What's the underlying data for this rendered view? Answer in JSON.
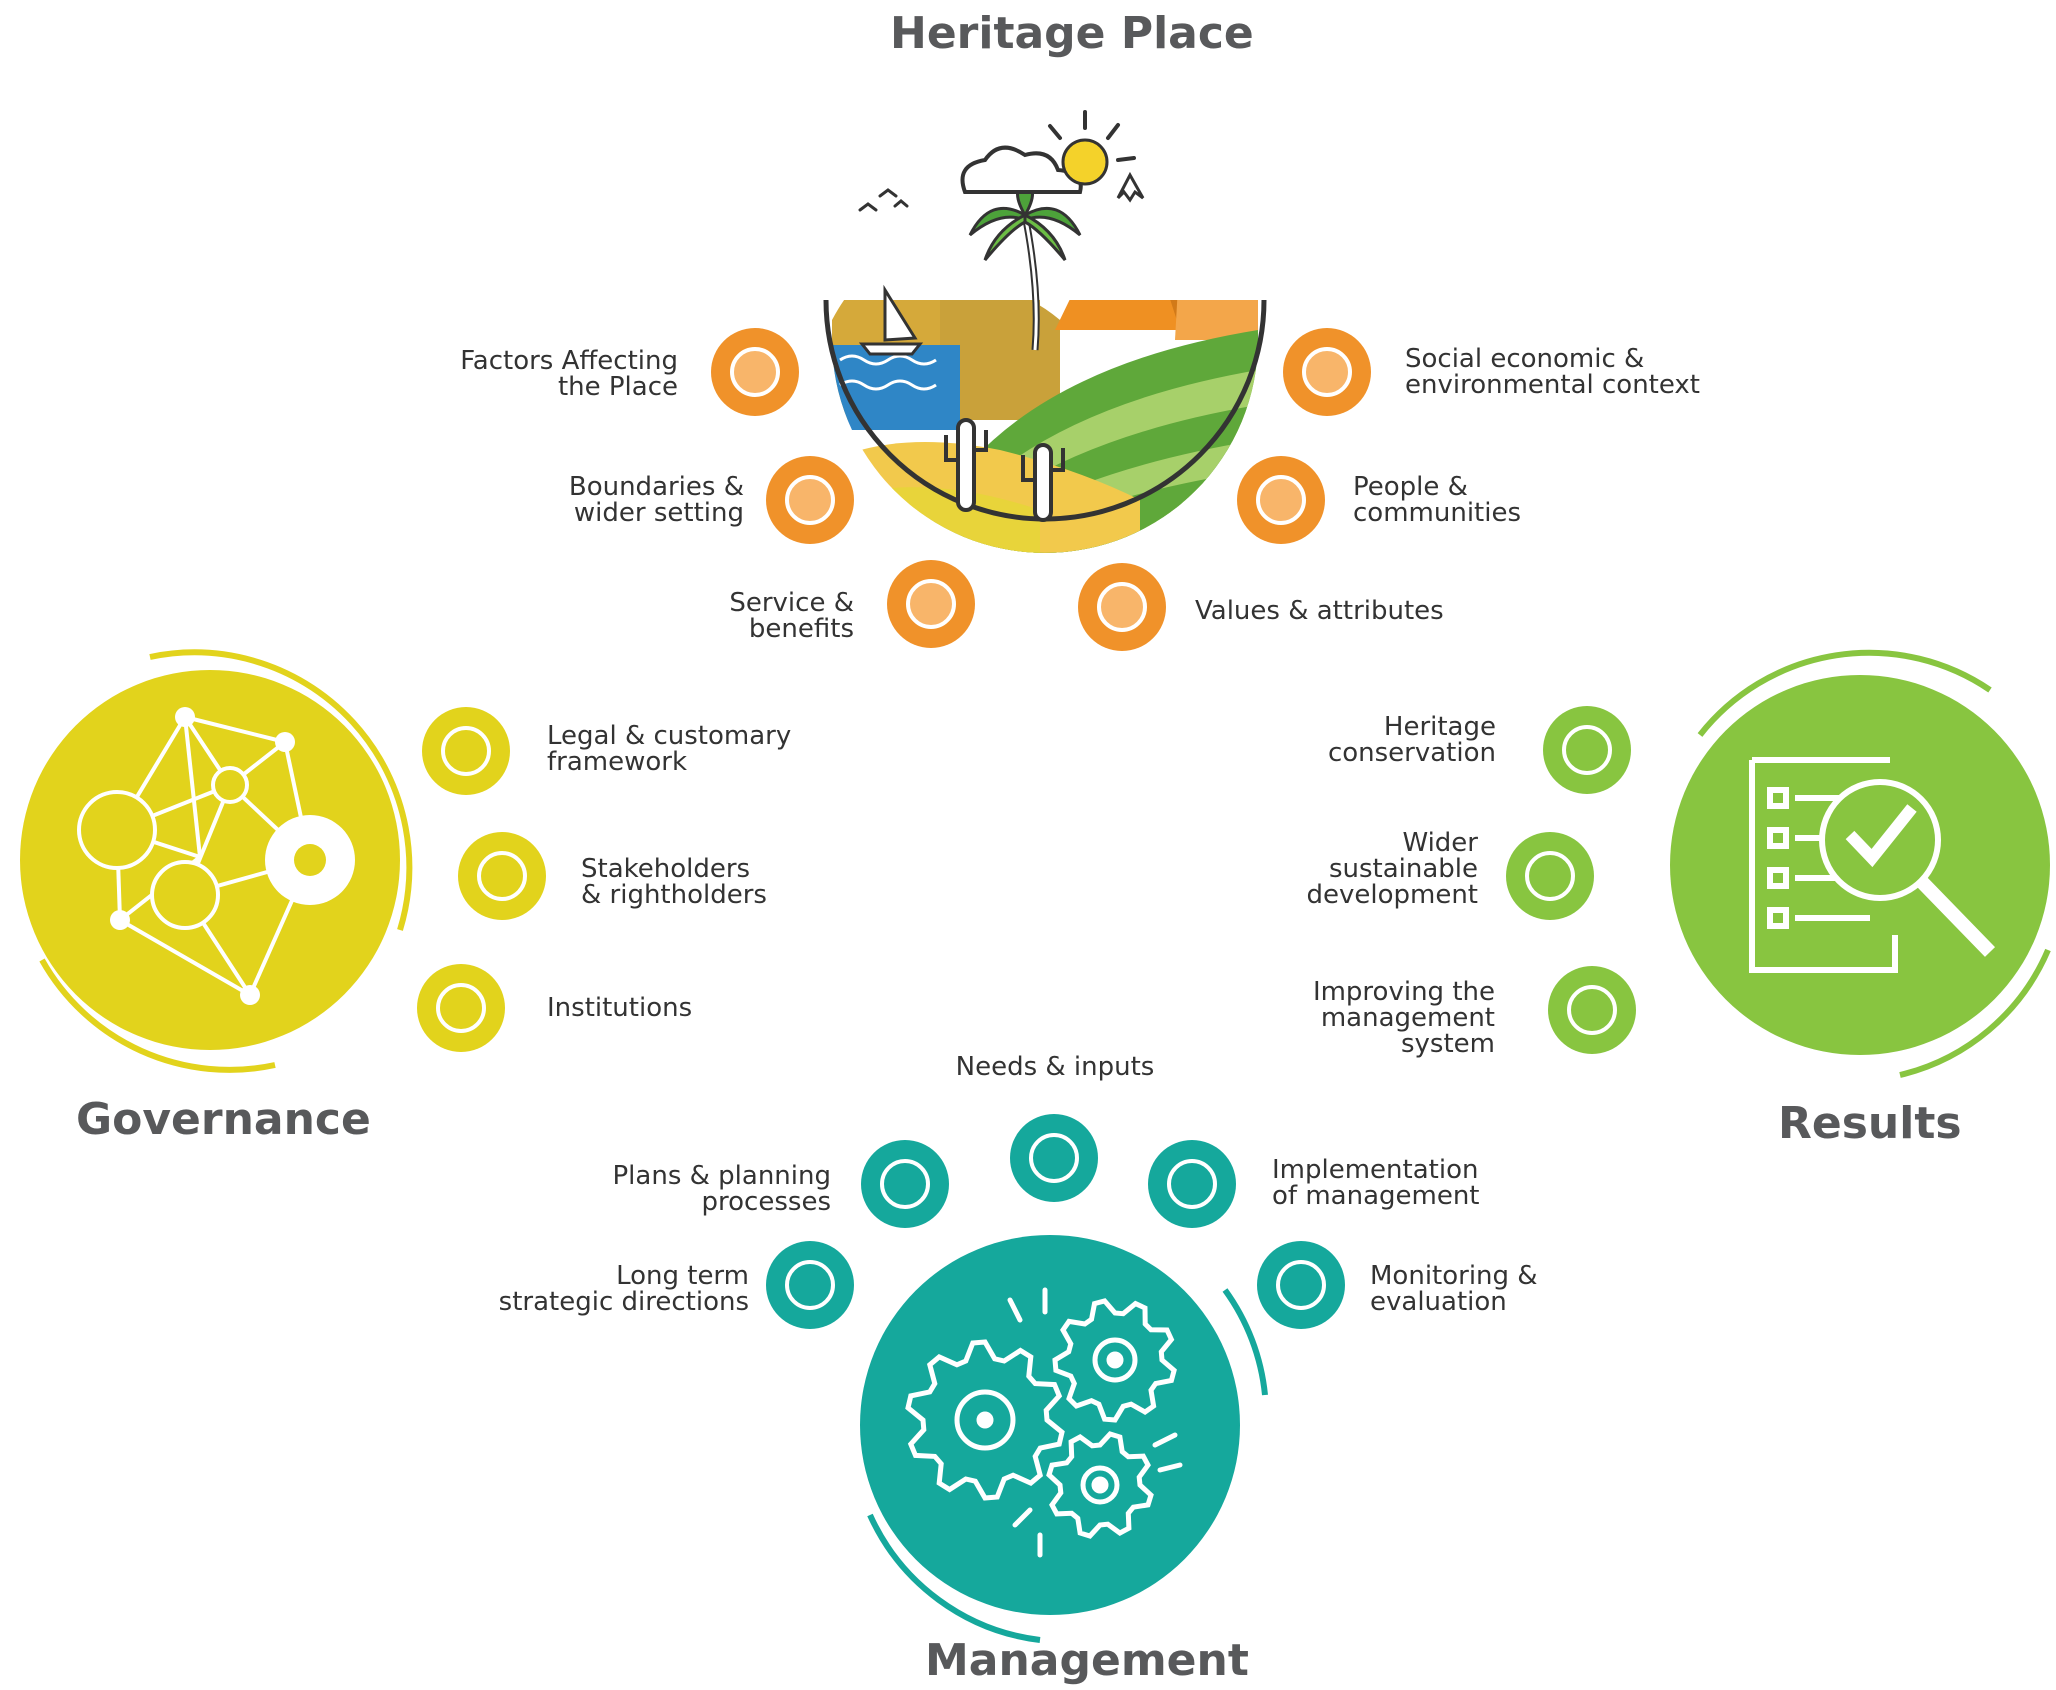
{
  "colors": {
    "heritage": "#f0922a",
    "heritage_light": "#f8b56a",
    "governance": "#e2d31c",
    "results": "#88c540",
    "management": "#15a89c",
    "title_text": "#58595b",
    "label_text": "#333333"
  },
  "icons": {
    "heritage": "landscape-icon",
    "governance": "network-nodes-icon",
    "results": "checklist-magnifier-icon",
    "management": "gears-icon"
  },
  "heritage": {
    "title": "Heritage Place",
    "items": [
      {
        "lines": [
          "Factors Affecting",
          "the Place"
        ]
      },
      {
        "lines": [
          "Boundaries &",
          "wider setting"
        ]
      },
      {
        "lines": [
          "Service &",
          "benefits"
        ]
      },
      {
        "lines": [
          "Social economic &",
          "environmental context"
        ]
      },
      {
        "lines": [
          "People &",
          "communities"
        ]
      },
      {
        "lines": [
          "Values & attributes"
        ]
      }
    ]
  },
  "governance": {
    "title": "Governance",
    "items": [
      {
        "lines": [
          "Legal & customary",
          "framework"
        ]
      },
      {
        "lines": [
          "Stakeholders",
          "& rightholders"
        ]
      },
      {
        "lines": [
          "Institutions"
        ]
      }
    ]
  },
  "results": {
    "title": "Results",
    "items": [
      {
        "lines": [
          "Heritage",
          "conservation"
        ]
      },
      {
        "lines": [
          "Wider",
          "sustainable",
          "development"
        ]
      },
      {
        "lines": [
          "Improving the",
          "management",
          "system"
        ]
      }
    ]
  },
  "management": {
    "title": "Management",
    "items": [
      {
        "lines": [
          "Needs & inputs"
        ]
      },
      {
        "lines": [
          "Plans & planning",
          "processes"
        ]
      },
      {
        "lines": [
          "Implementation",
          "of management"
        ]
      },
      {
        "lines": [
          "Long term",
          "strategic directions"
        ]
      },
      {
        "lines": [
          "Monitoring &",
          "evaluation"
        ]
      }
    ]
  }
}
